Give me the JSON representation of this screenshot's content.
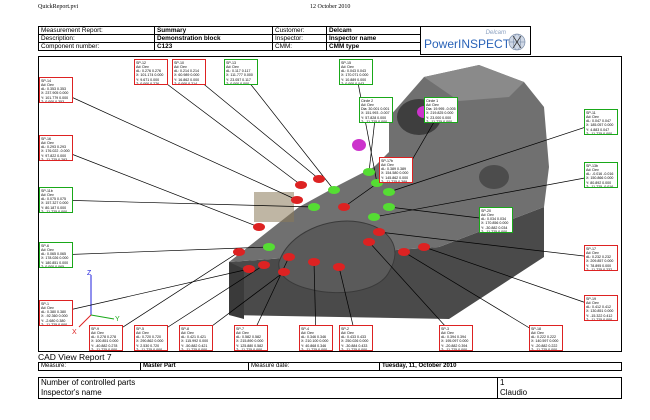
{
  "header": {
    "file_name": "QuickReport.pvi",
    "date": "12 October 2010"
  },
  "info": {
    "measurement_report_label": "Measurement Report:",
    "measurement_report_value": "Summary",
    "customer_label": "Customer:",
    "customer_value": "Delcam",
    "description_label": "Description:",
    "description_value": "Demonstration block",
    "inspector_label": "Inspector:",
    "inspector_value": "Inspector name",
    "component_label": "Component number:",
    "component_value": "C123",
    "cmm_label": "CMM:",
    "cmm_value": "CMM type"
  },
  "logo": {
    "brand": "Delcam",
    "product": "PowerINSPECT"
  },
  "view_title": "CAD View Report 7",
  "meta": {
    "measure_label": "Measure:",
    "measure_value": "Master Part",
    "date_label": "Measure date:",
    "date_value": "Tuesday, 11, October 2010"
  },
  "controlled": {
    "parts_label": "Number of controlled parts",
    "parts_value": "1",
    "inspector_label": "Inspector's name",
    "inspector_value": "Claudio"
  },
  "colors": {
    "fail": "#dd2222",
    "pass": "#19a819",
    "warn": "#e38a2a",
    "model": "#6a6a6a",
    "axis_z": "#2222dd",
    "axis_y": "#19a819",
    "axis_x": "#dd2222"
  },
  "axes": {
    "z": "Z",
    "y": "Y",
    "x": "X"
  },
  "callouts": [
    {
      "id": "SP-12",
      "status": "fail",
      "rows": [
        [
          "Ad:",
          "Dev"
        ],
        [
          "dL:",
          "0.276",
          "0.276"
        ],
        [
          "X:",
          "101.174",
          "0.000"
        ],
        [
          "Y:",
          "9.671",
          "0.000"
        ],
        [
          "Z:",
          "0.000",
          "0.276"
        ]
      ]
    },
    {
      "id": "SP-10",
      "status": "fail",
      "rows": [
        [
          "Ad:",
          "Dev"
        ],
        [
          "dL:",
          "0.214",
          "0.214"
        ],
        [
          "X:",
          "60.989",
          "0.000"
        ],
        [
          "Y:",
          "16.862",
          "0.000"
        ],
        [
          "Z:",
          "0.000",
          "0.214"
        ]
      ]
    },
    {
      "id": "SP-13",
      "status": "pass",
      "rows": [
        [
          "Ad:",
          "Dev"
        ],
        [
          "dL:",
          "0.117",
          "0.117"
        ],
        [
          "X:",
          "111.777",
          "0.000"
        ],
        [
          "Y:",
          "23.057",
          "0.117"
        ],
        [
          "Z:",
          "0.000",
          "0.000"
        ]
      ]
    },
    {
      "id": "SP-15",
      "status": "pass",
      "rows": [
        [
          "Ad:",
          "Dev"
        ],
        [
          "dL:",
          "0.043",
          "0.043"
        ],
        [
          "X:",
          "170.071",
          "0.000"
        ],
        [
          "Y:",
          "10.889",
          "0.000"
        ],
        [
          "Z:",
          "0.000",
          "0.043"
        ]
      ]
    },
    {
      "id": "SP-14",
      "status": "fail",
      "rows": [
        [
          "Ad:",
          "Dev"
        ],
        [
          "dL:",
          "0.353",
          "0.353"
        ],
        [
          "X:",
          "237.905",
          "0.000"
        ],
        [
          "Y:",
          "101.779",
          "0.000"
        ],
        [
          "Z:",
          "0.000",
          "0.353"
        ]
      ]
    },
    {
      "id": "Circle 2",
      "status": "pass",
      "rows": [
        [
          "Ad:",
          "Dev"
        ],
        [
          "Dia:",
          "30.001",
          "0.001"
        ],
        [
          "X:",
          "151.993",
          "-0.007"
        ],
        [
          "Y:",
          "57.828",
          "0.000"
        ],
        [
          "Z:",
          "-11.725",
          "0.000"
        ]
      ]
    },
    {
      "id": "Circle 1",
      "status": "pass",
      "rows": [
        [
          "Ad:",
          "Dev"
        ],
        [
          "Dia:",
          "19.995",
          "-0.005"
        ],
        [
          "X:",
          "219.825",
          "0.000"
        ],
        [
          "Y:",
          "23.000",
          "0.000"
        ],
        [
          "Z:",
          "-11.725",
          "0.000"
        ]
      ]
    },
    {
      "id": "SP-11",
      "status": "pass",
      "rows": [
        [
          "Ad:",
          "Dev"
        ],
        [
          "dL:",
          "0.047",
          "0.047"
        ],
        [
          "X:",
          "185.057",
          "0.000"
        ],
        [
          "Y:",
          "4.883",
          "0.047"
        ],
        [
          "Z:",
          "-11.725",
          "0.000"
        ]
      ]
    },
    {
      "id": "SP-16",
      "status": "fail",
      "rows": [
        [
          "Ad:",
          "Dev"
        ],
        [
          "dL:",
          "0.293",
          "0.293"
        ],
        [
          "X:",
          "176.022",
          "-0.000"
        ],
        [
          "Y:",
          "97.822",
          "0.000"
        ],
        [
          "Z:",
          "-11.725",
          "0.293"
        ]
      ]
    },
    {
      "id": "SP-13b",
      "status": "pass",
      "rows": [
        [
          "Ad:",
          "Dev"
        ],
        [
          "dL:",
          "-0.016",
          "-0.016"
        ],
        [
          "X:",
          "150.866",
          "0.000"
        ],
        [
          "Y:",
          "80.892",
          "0.000"
        ],
        [
          "Z:",
          "-11.725",
          "-0.016"
        ]
      ]
    },
    {
      "id": "SP-11b",
      "status": "pass",
      "rows": [
        [
          "Ad:",
          "Dev"
        ],
        [
          "dL:",
          "0.075",
          "0.075"
        ],
        [
          "X:",
          "157.327",
          "0.000"
        ],
        [
          "Y:",
          "80.187",
          "0.000"
        ],
        [
          "Z:",
          "-11.725",
          "0.000"
        ]
      ]
    },
    {
      "id": "SP-17",
      "status": "fail",
      "rows": [
        [
          "Ad:",
          "Dev"
        ],
        [
          "dL:",
          "0.232",
          "0.232"
        ],
        [
          "X:",
          "209.857",
          "0.000"
        ],
        [
          "Y:",
          "78.895",
          "0.000"
        ],
        [
          "Z:",
          "-11.725",
          "0.232"
        ]
      ]
    },
    {
      "id": "SP-6",
      "status": "pass",
      "rows": [
        [
          "Ad:",
          "Dev"
        ],
        [
          "dL:",
          "0.065",
          "0.065"
        ],
        [
          "X:",
          "178.026",
          "0.000"
        ],
        [
          "Y:",
          "180.851",
          "0.000"
        ],
        [
          "Z:",
          "0.000",
          "0.065"
        ]
      ]
    },
    {
      "id": "SP-17b",
      "status": "fail",
      "rows": [
        [
          "Ad:",
          "Dev"
        ],
        [
          "dL:",
          "0.389",
          "0.389"
        ],
        [
          "X:",
          "154.580",
          "0.000"
        ],
        [
          "Y:",
          "145.862",
          "0.000"
        ],
        [
          "Z:",
          "-11.725",
          "0.389"
        ]
      ]
    },
    {
      "id": "SP-1",
      "status": "fail",
      "rows": [
        [
          "Ad:",
          "Dev"
        ],
        [
          "dL:",
          "0.380",
          "0.380"
        ],
        [
          "X:",
          "-92.360",
          "0.000"
        ],
        [
          "Y:",
          "-2.680",
          "0.380"
        ],
        [
          "Z:",
          "-11.725",
          "0.000"
        ]
      ]
    },
    {
      "id": "SP-5",
      "status": "fail",
      "rows": [
        [
          "Ad:",
          "Dev"
        ],
        [
          "dL:",
          "0.720",
          "0.720"
        ],
        [
          "X:",
          "290.862",
          "0.000"
        ],
        [
          "Y:",
          "2.530",
          "0.720"
        ],
        [
          "Z:",
          "-11.725",
          "0.000"
        ]
      ]
    },
    {
      "id": "SP-7",
      "status": "fail",
      "rows": [
        [
          "Ad:",
          "Dev"
        ],
        [
          "dL:",
          "0.582",
          "0.582"
        ],
        [
          "X:",
          "215.890",
          "0.000"
        ],
        [
          "Y:",
          "125.880",
          "0.582"
        ],
        [
          "Z:",
          "-11.725",
          "0.000"
        ]
      ]
    },
    {
      "id": "SP-4",
      "status": "fail",
      "rows": [
        [
          "Ad:",
          "Dev"
        ],
        [
          "dL:",
          "0.346",
          "0.346"
        ],
        [
          "X:",
          "210.100",
          "0.000"
        ],
        [
          "Y:",
          "40.868",
          "0.346"
        ],
        [
          "Z:",
          "-11.725",
          "0.000"
        ]
      ]
    },
    {
      "id": "SP-2",
      "status": "fail",
      "rows": [
        [
          "Ad:",
          "Dev"
        ],
        [
          "dL:",
          "0.433",
          "0.433"
        ],
        [
          "X:",
          "250.026",
          "0.000"
        ],
        [
          "Y:",
          "-30.884",
          "0.433"
        ],
        [
          "Z:",
          "-11.725",
          "0.000"
        ]
      ]
    },
    {
      "id": "SP-3",
      "status": "fail",
      "rows": [
        [
          "Ad:",
          "Dev"
        ],
        [
          "dL:",
          "0.394",
          "0.394"
        ],
        [
          "X:",
          "195.097",
          "0.000"
        ],
        [
          "Y:",
          "-20.882",
          "0.394"
        ],
        [
          "Z:",
          "-11.725",
          "0.000"
        ]
      ]
    },
    {
      "id": "SP-18",
      "status": "fail",
      "rows": [
        [
          "Ad:",
          "Dev"
        ],
        [
          "dL:",
          "0.222",
          "0.222"
        ],
        [
          "X:",
          "140.597",
          "0.000"
        ],
        [
          "Y:",
          "-20.882",
          "0.222"
        ],
        [
          "Z:",
          "-11.725",
          "0.000"
        ]
      ]
    },
    {
      "id": "SP-19",
      "status": "fail",
      "rows": [
        [
          "Ad:",
          "Dev"
        ],
        [
          "dL:",
          "0.412",
          "0.412"
        ],
        [
          "X:",
          "130.851",
          "0.000"
        ],
        [
          "Y:",
          "-15.322",
          "0.412"
        ],
        [
          "Z:",
          "-11.725",
          "0.000"
        ]
      ]
    },
    {
      "id": "SP-8",
      "status": "fail",
      "rows": [
        [
          "Ad:",
          "Dev"
        ],
        [
          "dL:",
          "0.421",
          "0.421"
        ],
        [
          "X:",
          "115.992",
          "0.000"
        ],
        [
          "Y:",
          "-50.882",
          "0.421"
        ],
        [
          "Z:",
          "-11.725",
          "0.000"
        ]
      ]
    },
    {
      "id": "SP-9",
      "status": "fail",
      "rows": [
        [
          "Ad:",
          "Dev"
        ],
        [
          "dL:",
          "0.278",
          "0.278"
        ],
        [
          "X:",
          "100.851",
          "0.000"
        ],
        [
          "Y:",
          "-40.882",
          "0.278"
        ],
        [
          "Z:",
          "-11.725",
          "0.000"
        ]
      ]
    },
    {
      "id": "SP-20",
      "status": "pass",
      "rows": [
        [
          "Ad:",
          "Dev"
        ],
        [
          "dL:",
          "0.034",
          "0.034"
        ],
        [
          "X:",
          "170.856",
          "0.000"
        ],
        [
          "Y:",
          "-30.882",
          "0.034"
        ],
        [
          "Z:",
          "-11.725",
          "0.000"
        ]
      ]
    }
  ]
}
